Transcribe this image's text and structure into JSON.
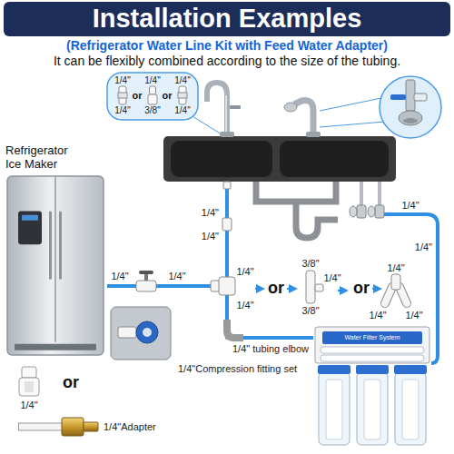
{
  "diagram": {
    "title": "Installation Examples",
    "nodes": [
      {
        "text": [
          "Refrigerator Ice Maker"
        ]
      },
      {
        "text": [
          "Water Filter System"
        ]
      }
    ],
    "edges": [
      {
        "from": 1,
        "to": 0,
        "arrow": "none"
      }
    ],
    "labels": [
      "(Refrigerator Water Line Kit with Feed Water Adapter)",
      "It can be flexibly combined according to the size of the tubing.",
      "1/4\"",
      "1/4\"",
      "or",
      "1/4\"",
      "3/8\"",
      "or",
      "1/4\"",
      "1/4\"",
      "1/4\"",
      "1/4\"",
      "1/4\"",
      "1/4\"",
      "1/4\"",
      "1/4\"",
      "1/4\"",
      "1/4\"",
      "or",
      "3/8\"",
      "1/4\"",
      "3/8\"",
      "or",
      "1/4\"",
      "1/4\"",
      "1/4\"",
      "1/4\" tubing elbow",
      "1/4\"Compression fitting set",
      "or",
      "1/4\"",
      "1/4\"Adapter"
    ]
  }
}
